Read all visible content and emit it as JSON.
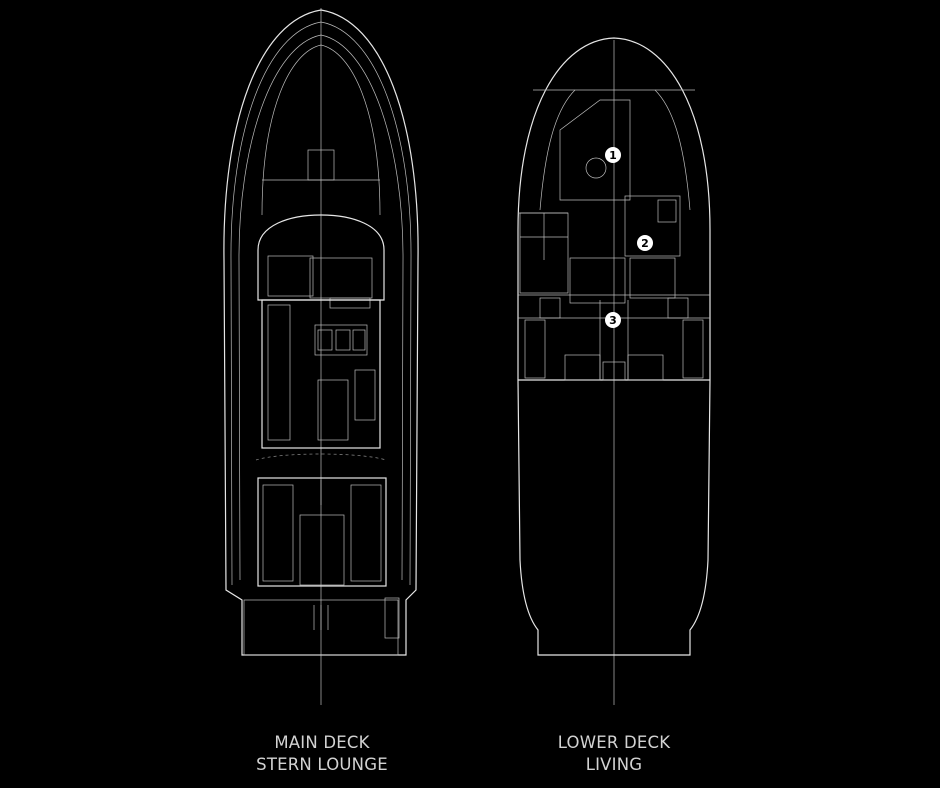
{
  "main_deck": {
    "line1": "MAIN DECK",
    "line2": "STERN LOUNGE"
  },
  "lower_deck": {
    "line1": "LOWER DECK",
    "line2": "LIVING"
  },
  "markers": [
    "1",
    "2",
    "3"
  ],
  "colors": {
    "background": "#000000",
    "lines": "#e6e6e6",
    "label": "#d2d2d2"
  }
}
